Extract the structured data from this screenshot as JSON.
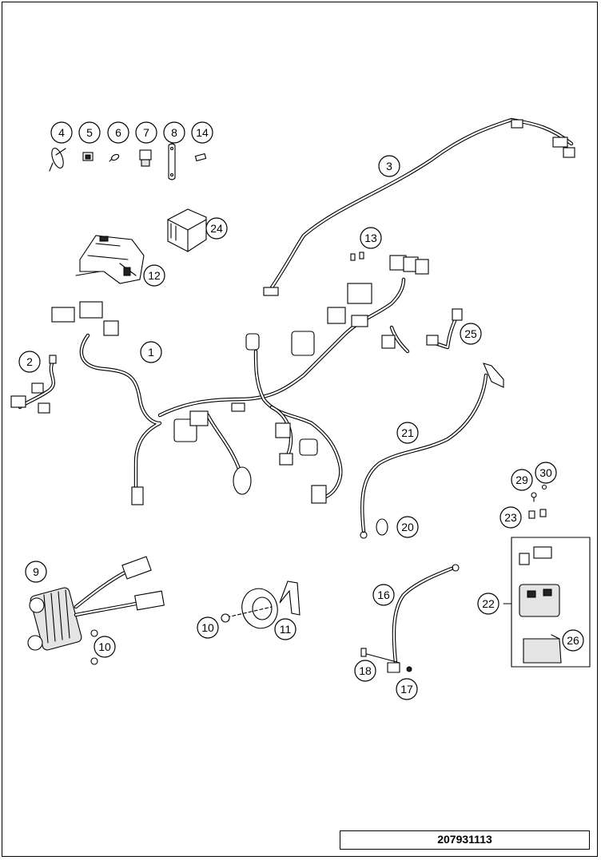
{
  "drawing_number": "207931113",
  "callouts": [
    "1",
    "2",
    "3",
    "4",
    "5",
    "6",
    "7",
    "8",
    "9",
    "10",
    "10",
    "11",
    "12",
    "13",
    "14",
    "16",
    "17",
    "18",
    "20",
    "21",
    "22",
    "23",
    "24",
    "25",
    "26",
    "29",
    "30"
  ]
}
